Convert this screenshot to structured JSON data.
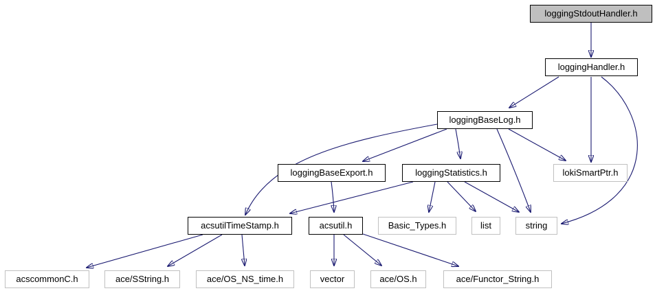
{
  "diagram_type": "include-dependency-graph",
  "colors": {
    "arrow": "#191970",
    "node_fill": "#ffffff",
    "current_node_fill": "#bfbfbf",
    "linked_node_border": "#000000",
    "plain_node_border": "#c0c0c0",
    "background": "#ffffff"
  },
  "nodes": [
    {
      "id": "stdout",
      "label": "loggingStdoutHandler.h",
      "kind": "current"
    },
    {
      "id": "handler",
      "label": "loggingHandler.h",
      "kind": "linked"
    },
    {
      "id": "baselog",
      "label": "loggingBaseLog.h",
      "kind": "linked"
    },
    {
      "id": "baseexport",
      "label": "loggingBaseExport.h",
      "kind": "linked"
    },
    {
      "id": "stats",
      "label": "loggingStatistics.h",
      "kind": "linked"
    },
    {
      "id": "loki",
      "label": "lokiSmartPtr.h",
      "kind": "plain"
    },
    {
      "id": "timestamp",
      "label": "acsutilTimeStamp.h",
      "kind": "linked"
    },
    {
      "id": "acsutil",
      "label": "acsutil.h",
      "kind": "linked"
    },
    {
      "id": "basictypes",
      "label": "Basic_Types.h",
      "kind": "plain"
    },
    {
      "id": "list",
      "label": "list",
      "kind": "plain"
    },
    {
      "id": "string",
      "label": "string",
      "kind": "plain"
    },
    {
      "id": "acscommon",
      "label": "acscommonC.h",
      "kind": "plain"
    },
    {
      "id": "sstring",
      "label": "ace/SString.h",
      "kind": "plain"
    },
    {
      "id": "osnstime",
      "label": "ace/OS_NS_time.h",
      "kind": "plain"
    },
    {
      "id": "vector",
      "label": "vector",
      "kind": "plain"
    },
    {
      "id": "aceos",
      "label": "ace/OS.h",
      "kind": "plain"
    },
    {
      "id": "functor",
      "label": "ace/Functor_String.h",
      "kind": "plain"
    }
  ],
  "edges": [
    {
      "from": "loggingStdoutHandler.h",
      "to": "loggingHandler.h"
    },
    {
      "from": "loggingHandler.h",
      "to": "loggingBaseLog.h"
    },
    {
      "from": "loggingHandler.h",
      "to": "lokiSmartPtr.h"
    },
    {
      "from": "loggingHandler.h",
      "to": "string"
    },
    {
      "from": "loggingBaseLog.h",
      "to": "loggingBaseExport.h"
    },
    {
      "from": "loggingBaseLog.h",
      "to": "loggingStatistics.h"
    },
    {
      "from": "loggingBaseLog.h",
      "to": "lokiSmartPtr.h"
    },
    {
      "from": "loggingBaseLog.h",
      "to": "string"
    },
    {
      "from": "loggingBaseLog.h",
      "to": "acsutilTimeStamp.h"
    },
    {
      "from": "loggingStatistics.h",
      "to": "acsutilTimeStamp.h"
    },
    {
      "from": "loggingStatistics.h",
      "to": "Basic_Types.h"
    },
    {
      "from": "loggingStatistics.h",
      "to": "list"
    },
    {
      "from": "loggingStatistics.h",
      "to": "string"
    },
    {
      "from": "loggingBaseExport.h",
      "to": "acsutil.h"
    },
    {
      "from": "acsutilTimeStamp.h",
      "to": "acscommonC.h"
    },
    {
      "from": "acsutilTimeStamp.h",
      "to": "ace/SString.h"
    },
    {
      "from": "acsutilTimeStamp.h",
      "to": "ace/OS_NS_time.h"
    },
    {
      "from": "acsutil.h",
      "to": "vector"
    },
    {
      "from": "acsutil.h",
      "to": "ace/OS.h"
    },
    {
      "from": "acsutil.h",
      "to": "ace/Functor_String.h"
    }
  ]
}
